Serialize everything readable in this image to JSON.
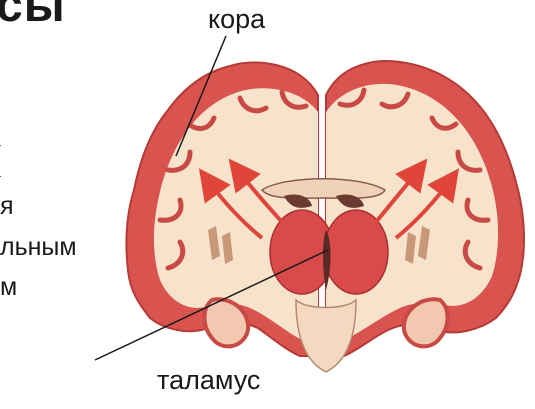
{
  "labels": {
    "cortex": "кора",
    "thalamus": "таламус"
  },
  "left_text": {
    "heading_fragment": "сы",
    "paren": "(",
    "lines": [
      "я",
      "льным",
      "м"
    ]
  },
  "colors": {
    "cortex_red": "#d9534f",
    "white_matter": "#f7e2cc",
    "thalamus_red": "#d94a4a",
    "arrow_red": "#e0453a",
    "label_text": "#1a1a1a"
  }
}
